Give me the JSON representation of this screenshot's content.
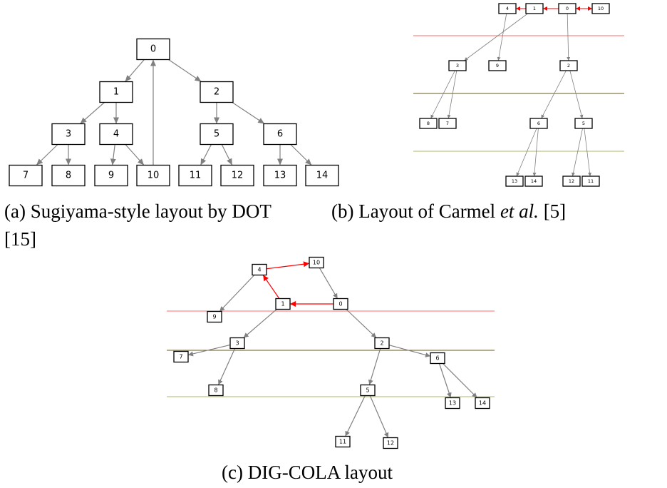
{
  "captions": {
    "a_line1": "(a)  Sugiyama-style   layout   by   DOT",
    "a_line2": "[15]",
    "b_prefix": "(b)  Layout of Carmel ",
    "b_etal": "et al.",
    "b_suffix": " [5]",
    "c": "(c)  DIG-COLA layout"
  },
  "colors": {
    "edge": "#808080",
    "violating_edge": "#ff0000",
    "layer_line_1": "#ff6b6b",
    "layer_line_2": "#6b5a1e",
    "layer_line_3": "#a8b86a"
  },
  "graph_a": {
    "nodes": [
      {
        "id": "0",
        "label": "0"
      },
      {
        "id": "1",
        "label": "1"
      },
      {
        "id": "2",
        "label": "2"
      },
      {
        "id": "3",
        "label": "3"
      },
      {
        "id": "4",
        "label": "4"
      },
      {
        "id": "5",
        "label": "5"
      },
      {
        "id": "6",
        "label": "6"
      },
      {
        "id": "7",
        "label": "7"
      },
      {
        "id": "8",
        "label": "8"
      },
      {
        "id": "9",
        "label": "9"
      },
      {
        "id": "10",
        "label": "10"
      },
      {
        "id": "11",
        "label": "11"
      },
      {
        "id": "12",
        "label": "12"
      },
      {
        "id": "13",
        "label": "13"
      },
      {
        "id": "14",
        "label": "14"
      }
    ],
    "edges": [
      [
        "0",
        "1"
      ],
      [
        "0",
        "2"
      ],
      [
        "1",
        "3"
      ],
      [
        "1",
        "4"
      ],
      [
        "2",
        "5"
      ],
      [
        "2",
        "6"
      ],
      [
        "3",
        "7"
      ],
      [
        "3",
        "8"
      ],
      [
        "4",
        "9"
      ],
      [
        "4",
        "10"
      ],
      [
        "10",
        "0"
      ],
      [
        "5",
        "11"
      ],
      [
        "5",
        "12"
      ],
      [
        "6",
        "13"
      ],
      [
        "6",
        "14"
      ]
    ]
  },
  "graph_b": {
    "nodes": [
      {
        "id": "4",
        "label": "4"
      },
      {
        "id": "1",
        "label": "1"
      },
      {
        "id": "0",
        "label": "0"
      },
      {
        "id": "10",
        "label": "10"
      },
      {
        "id": "3",
        "label": "3"
      },
      {
        "id": "9",
        "label": "9"
      },
      {
        "id": "2",
        "label": "2"
      },
      {
        "id": "8",
        "label": "8"
      },
      {
        "id": "7",
        "label": "7"
      },
      {
        "id": "6",
        "label": "6"
      },
      {
        "id": "5",
        "label": "5"
      },
      {
        "id": "13",
        "label": "13"
      },
      {
        "id": "14",
        "label": "14"
      },
      {
        "id": "12",
        "label": "12"
      },
      {
        "id": "11",
        "label": "11"
      }
    ],
    "edges": [
      [
        "1",
        "3"
      ],
      [
        "4",
        "9"
      ],
      [
        "0",
        "2"
      ],
      [
        "3",
        "8"
      ],
      [
        "3",
        "7"
      ],
      [
        "2",
        "6"
      ],
      [
        "2",
        "5"
      ],
      [
        "6",
        "13"
      ],
      [
        "6",
        "14"
      ],
      [
        "5",
        "12"
      ],
      [
        "5",
        "11"
      ]
    ],
    "red_edges": [
      [
        "1",
        "4"
      ],
      [
        "0",
        "1"
      ],
      [
        "0",
        "10"
      ],
      [
        "10",
        "0"
      ]
    ]
  },
  "graph_c": {
    "nodes": [
      {
        "id": "4",
        "label": "4"
      },
      {
        "id": "10",
        "label": "10"
      },
      {
        "id": "1",
        "label": "1"
      },
      {
        "id": "0",
        "label": "0"
      },
      {
        "id": "9",
        "label": "9"
      },
      {
        "id": "3",
        "label": "3"
      },
      {
        "id": "2",
        "label": "2"
      },
      {
        "id": "7",
        "label": "7"
      },
      {
        "id": "6",
        "label": "6"
      },
      {
        "id": "8",
        "label": "8"
      },
      {
        "id": "5",
        "label": "5"
      },
      {
        "id": "13",
        "label": "13"
      },
      {
        "id": "14",
        "label": "14"
      },
      {
        "id": "11",
        "label": "11"
      },
      {
        "id": "12",
        "label": "12"
      }
    ],
    "edges": [
      [
        "4",
        "9"
      ],
      [
        "10",
        "0"
      ],
      [
        "1",
        "3"
      ],
      [
        "0",
        "2"
      ],
      [
        "3",
        "7"
      ],
      [
        "3",
        "8"
      ],
      [
        "2",
        "6"
      ],
      [
        "2",
        "5"
      ],
      [
        "6",
        "13"
      ],
      [
        "6",
        "14"
      ],
      [
        "5",
        "11"
      ],
      [
        "5",
        "12"
      ]
    ],
    "red_edges": [
      [
        "4",
        "10"
      ],
      [
        "1",
        "4"
      ],
      [
        "0",
        "1"
      ]
    ]
  }
}
